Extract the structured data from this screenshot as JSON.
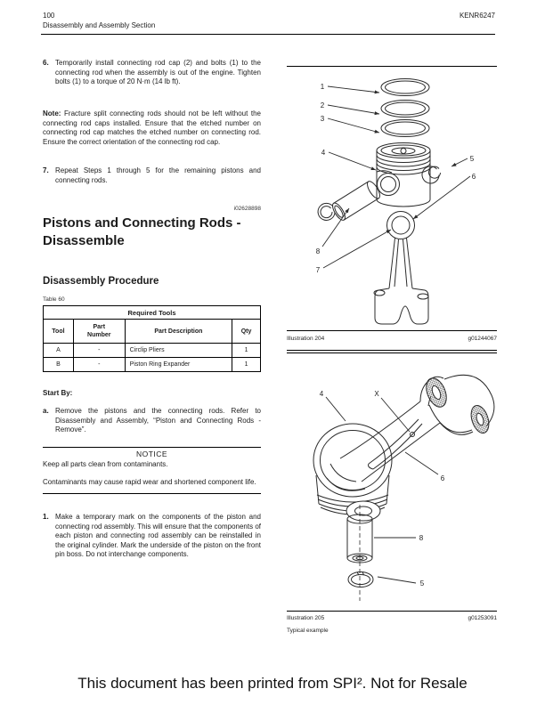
{
  "header": {
    "page_number": "100",
    "section_title": "Disassembly and Assembly Section",
    "document_code": "KENR6247"
  },
  "steps": {
    "step6_num": "6.",
    "step6_text": "Temporarily install connecting rod cap (2) and bolts (1) to the connecting rod when the assembly is out of the engine. Tighten bolts (1) to a torque of 20 N·m (14 lb ft).",
    "note_label": "Note:",
    "note_text": "Fracture split connecting rods should not be left without the connecting rod caps installed. Ensure that the etched number on connecting rod cap matches the etched number on connecting rod. Ensure the correct orientation of the connecting rod cap.",
    "step7_num": "7.",
    "step7_text": "Repeat Steps 1 through 5 for the remaining pistons and connecting rods."
  },
  "article": {
    "id_code": "i02628898",
    "title": "Pistons and Connecting Rods - Disassemble",
    "subtitle": "Disassembly Procedure"
  },
  "table": {
    "caption": "Table 60",
    "title": "Required Tools",
    "columns": [
      "Tool",
      "Part Number",
      "Part Description",
      "Qty"
    ],
    "rows": [
      [
        "A",
        "-",
        "Circlip Pliers",
        "1"
      ],
      [
        "B",
        "-",
        "Piston Ring Expander",
        "1"
      ]
    ]
  },
  "procedure": {
    "start_by": "Start By:",
    "item_a_num": "a.",
    "item_a_text": "Remove the pistons and the connecting rods. Refer to Disassembly and Assembly, “Piston and Connecting Rods - Remove”.",
    "notice_title": "NOTICE",
    "notice_line1": "Keep all parts clean from contaminants.",
    "notice_line2": "Contaminants may cause rapid wear and shortened component life.",
    "step1_num": "1.",
    "step1_text": "Make a temporary mark on the components of the piston and connecting rod assembly. This will ensure that the components of each piston and connecting rod assembly can be reinstalled in the original cylinder. Mark the underside of the piston on the front pin boss. Do not interchange components."
  },
  "illustration204": {
    "label": "Illustration 204",
    "code": "g01244067",
    "callouts": {
      "c1": "1",
      "c2": "2",
      "c3": "3",
      "c4": "4",
      "c5": "5",
      "c6": "6",
      "c7": "7",
      "c8": "8"
    }
  },
  "illustration205": {
    "label": "Illustration 205",
    "code": "g01253091",
    "caption": "Typical example",
    "callouts": {
      "c4": "4",
      "cx": "X",
      "c6": "6",
      "c8": "8",
      "c5": "5"
    }
  },
  "footer": {
    "text": "This document has been printed from SPI². Not for Resale"
  },
  "colors": {
    "ink": "#1c1c1c",
    "line_art": "#2b2b2b",
    "background": "#ffffff"
  }
}
